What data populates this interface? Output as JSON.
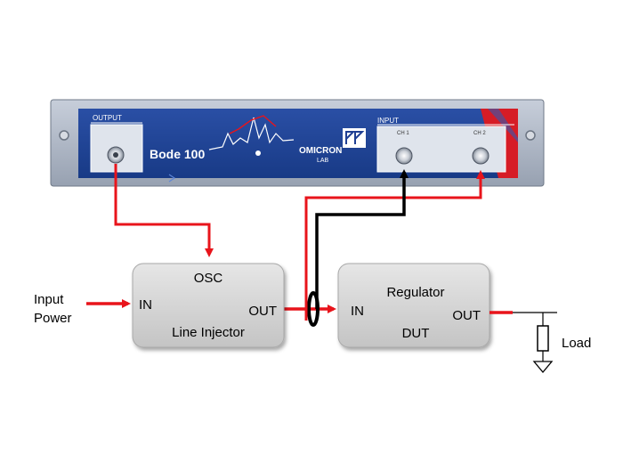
{
  "instrument": {
    "model": "Bode 100",
    "brand": "OMICRON",
    "brand_sub": "LAB",
    "output_label": "OUTPUT",
    "input_label": "INPUT",
    "ch1_label": "CH 1",
    "ch2_label": "CH 2"
  },
  "source": {
    "label_line1": "Input",
    "label_line2": "Power"
  },
  "injector": {
    "title": "Line Injector",
    "osc_label": "OSC",
    "in_label": "IN",
    "out_label": "OUT"
  },
  "dut": {
    "title": "Regulator",
    "subtitle": "DUT",
    "in_label": "IN",
    "out_label": "OUT"
  },
  "load": {
    "label": "Load"
  },
  "colors": {
    "signal": "#e8141b",
    "probe": "#000000",
    "panel_blue": "#1f3f93",
    "bezel": "#aab3c0",
    "box_fill": "#d6d6d6"
  }
}
